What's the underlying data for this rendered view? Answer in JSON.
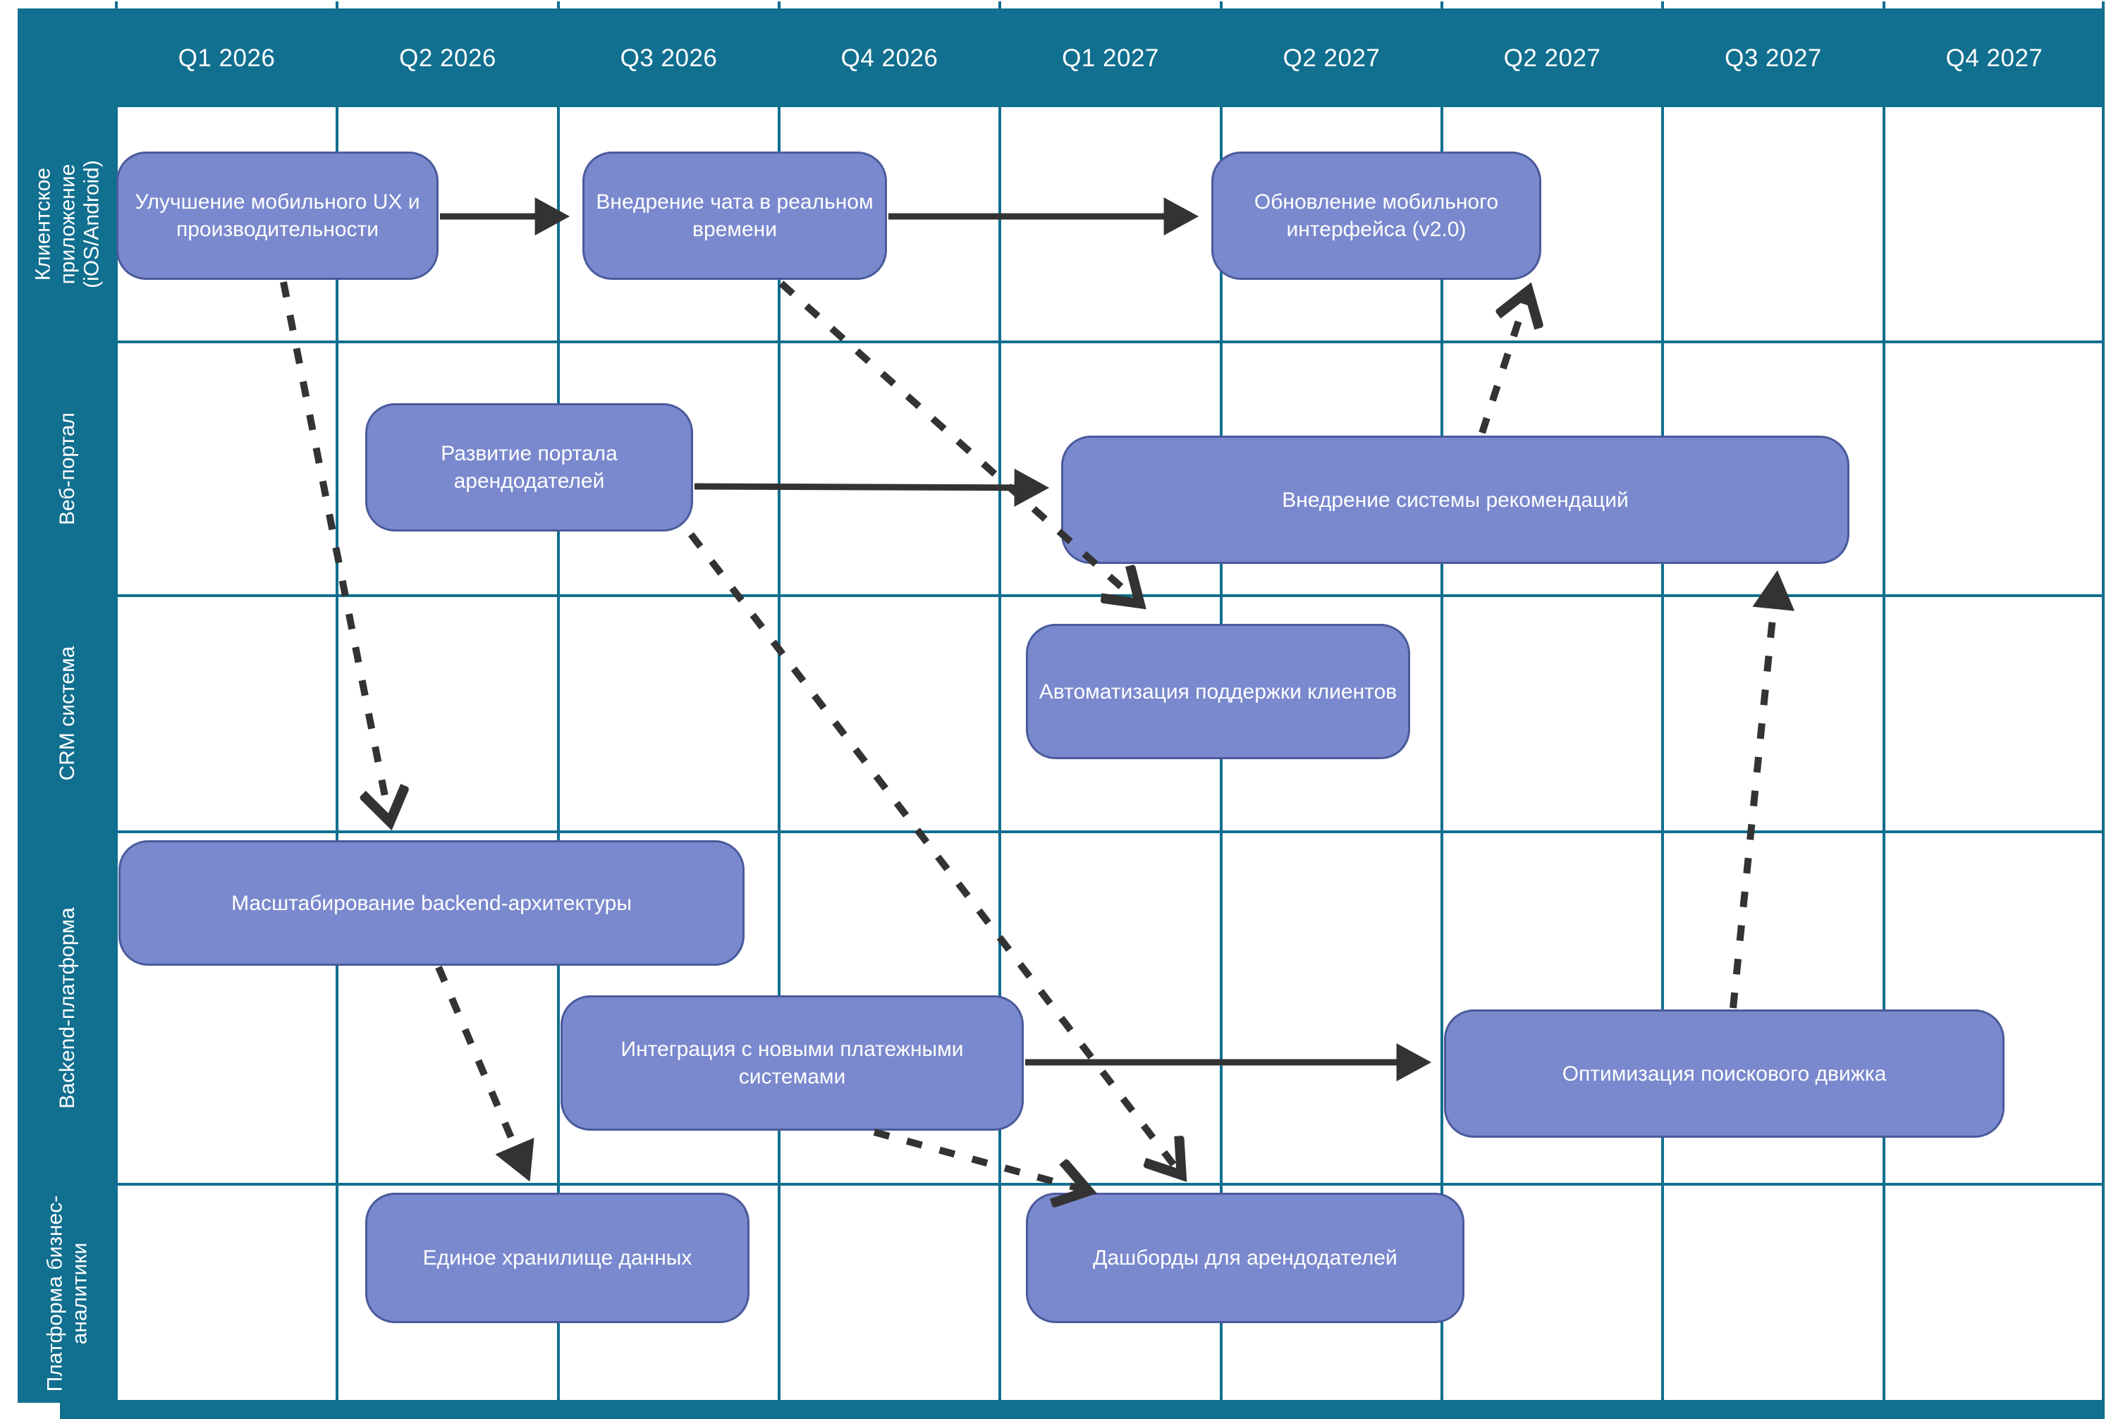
{
  "diagram_type": "roadmap-swimlane-gantt",
  "timeline": {
    "quarters": [
      "Q1 2026",
      "Q2 2026",
      "Q3 2026",
      "Q4 2026",
      "Q1 2027",
      "Q2 2027",
      "Q2 2027",
      "Q3 2027",
      "Q4 2027"
    ]
  },
  "lanes": [
    "Клиентское приложение (iOS/Android)",
    "Веб-портал",
    "CRM система",
    "Backend-платформа",
    "Платформа бизнес-аналитики"
  ],
  "tasks": [
    {
      "id": "mobile-ux",
      "lane": "Клиентское приложение (iOS/Android)",
      "label": "Улучшение мобильного UX и производительности",
      "start": "Q1 2026",
      "end": "Q2 2026"
    },
    {
      "id": "realtime-chat",
      "lane": "Клиентское приложение (iOS/Android)",
      "label": "Внедрение чата в реальном времени",
      "start": "Q3 2026",
      "end": "Q4 2026"
    },
    {
      "id": "mobile-v2",
      "lane": "Клиентское приложение (iOS/Android)",
      "label": "Обновление мобильного интерфейса (v2.0)",
      "start": "Q2 2027",
      "end": "Q2 2027"
    },
    {
      "id": "landlord-portal",
      "lane": "Веб-портал",
      "label": "Развитие портала арендодателей",
      "start": "Q2 2026",
      "end": "Q3 2026"
    },
    {
      "id": "recommendations",
      "lane": "Веб-портал",
      "label": "Внедрение системы рекомендаций",
      "start": "Q1 2027",
      "end": "Q3 2027"
    },
    {
      "id": "support-automation",
      "lane": "CRM система",
      "label": "Автоматизация поддержки клиентов",
      "start": "Q1 2027",
      "end": "Q2 2027"
    },
    {
      "id": "backend-scaling",
      "lane": "Backend-платформа",
      "label": "Масштабирование backend-архитектуры",
      "start": "Q1 2026",
      "end": "Q3 2026"
    },
    {
      "id": "payment-integration",
      "lane": "Backend-платформа",
      "label": "Интеграция с новыми платежными системами",
      "start": "Q3 2026",
      "end": "Q1 2027"
    },
    {
      "id": "search-optimization",
      "lane": "Backend-платформа",
      "label": "Оптимизация поискового движка",
      "start": "Q2 2027",
      "end": "Q4 2027"
    },
    {
      "id": "data-warehouse",
      "lane": "Платформа бизнес-аналитики",
      "label": "Единое хранилище данных",
      "start": "Q2 2026",
      "end": "Q3 2026"
    },
    {
      "id": "landlord-dashboards",
      "lane": "Платформа бизнес-аналитики",
      "label": "Дашборды для арендодателей",
      "start": "Q1 2027",
      "end": "Q2 2027"
    }
  ],
  "connections": [
    {
      "from": "mobile-ux",
      "to": "realtime-chat",
      "style": "solid"
    },
    {
      "from": "realtime-chat",
      "to": "mobile-v2",
      "style": "solid"
    },
    {
      "from": "landlord-portal",
      "to": "recommendations",
      "style": "solid"
    },
    {
      "from": "payment-integration",
      "to": "search-optimization",
      "style": "solid"
    },
    {
      "from": "mobile-ux",
      "to": "backend-scaling",
      "style": "dashed"
    },
    {
      "from": "realtime-chat",
      "to": "support-automation",
      "style": "dashed"
    },
    {
      "from": "landlord-portal",
      "to": "landlord-dashboards",
      "style": "dashed"
    },
    {
      "from": "backend-scaling",
      "to": "data-warehouse",
      "style": "dashed"
    },
    {
      "from": "payment-integration",
      "to": "landlord-dashboards",
      "style": "dashed"
    },
    {
      "from": "recommendations",
      "to": "mobile-v2",
      "style": "dashed"
    },
    {
      "from": "search-optimization",
      "to": "recommendations",
      "style": "dashed"
    }
  ],
  "colors": {
    "frame_teal": "#116F8F",
    "grid_line": "#116F8F",
    "task_fill": "#7A89CD",
    "task_border": "#4A5A9B",
    "task_text": "#FFFFFF",
    "header_text": "#FFFFFF",
    "arrow": "#333333",
    "background": "#FFFFFF"
  }
}
